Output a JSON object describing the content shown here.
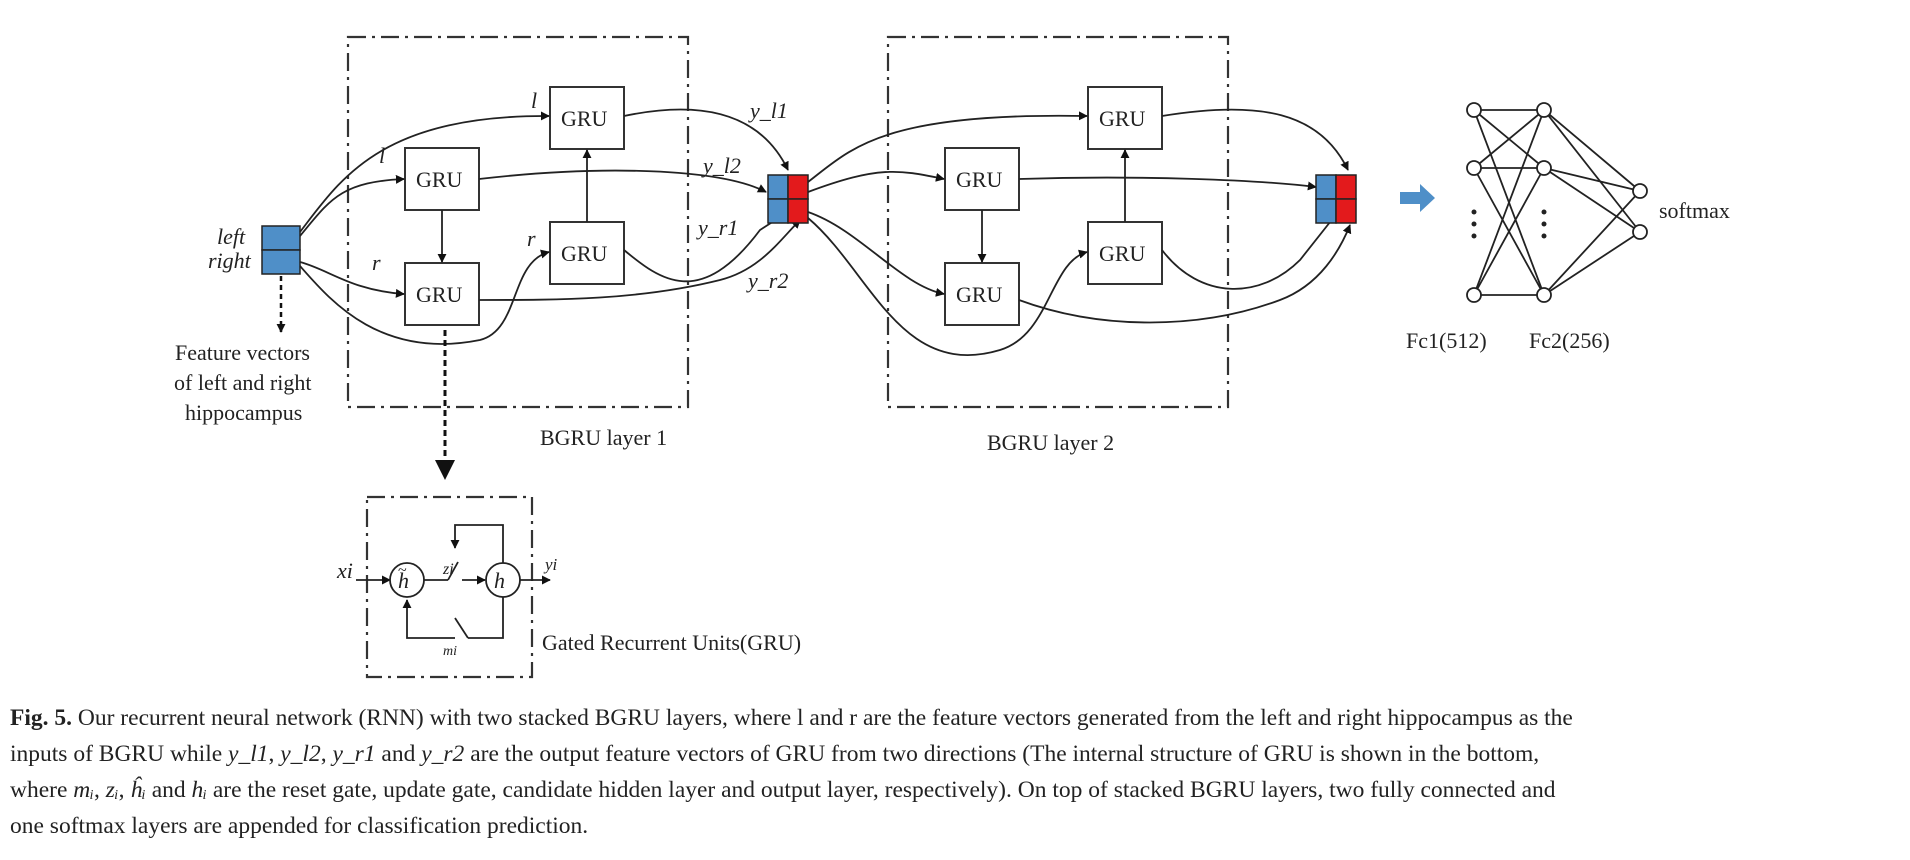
{
  "diagram": {
    "input_labels": {
      "left": "left",
      "right": "right"
    },
    "feature_note": [
      "Feature vectors",
      "of left and right",
      "hippocampus"
    ],
    "unit_label": "GRU",
    "path_labels": {
      "l": "l",
      "r": "r"
    },
    "outputs": {
      "y_l1": "y_l1",
      "y_l2": "y_l2",
      "y_r1": "y_r1",
      "y_r2": "y_r2"
    },
    "layer1_title": "BGRU layer 1",
    "layer2_title": "BGRU layer 2",
    "fc1_label": "Fc1(512)",
    "fc2_label": "Fc2(256)",
    "softmax_label": "softmax",
    "gru_detail": {
      "title": "Gated Recurrent Units(GRU)",
      "x": "xi",
      "z": "zi",
      "m": "mi",
      "y": "yi"
    },
    "colors": {
      "blue": "#4f8fc8",
      "red": "#e31a1c",
      "arrow": "#4f8fc8"
    }
  },
  "caption": {
    "fig": "Fig. 5.",
    "line1": "Our recurrent neural network (RNN) with two stacked BGRU layers, where l and r are the feature vectors generated from the left and right hippocampus as the",
    "line2_a": "inputs of BGRU while",
    "y_l1": "y_l1",
    "y_l2": "y_l2",
    "y_r1": "y_r1",
    "and1": "and",
    "y_r2": "y_r2",
    "line2_b": "are the output feature vectors of GRU from two directions (The internal structure of GRU is shown in the bottom,",
    "line3_a": "where",
    "m_i": "mᵢ",
    "z_i": "zᵢ",
    "h_hat": "ĥᵢ",
    "and2": "and",
    "h_i": "hᵢ",
    "line3_b": "are the reset gate, update gate, candidate hidden layer and output layer, respectively). On top of stacked BGRU layers, two fully connected and",
    "line4": "one softmax layers are appended for classification prediction."
  }
}
